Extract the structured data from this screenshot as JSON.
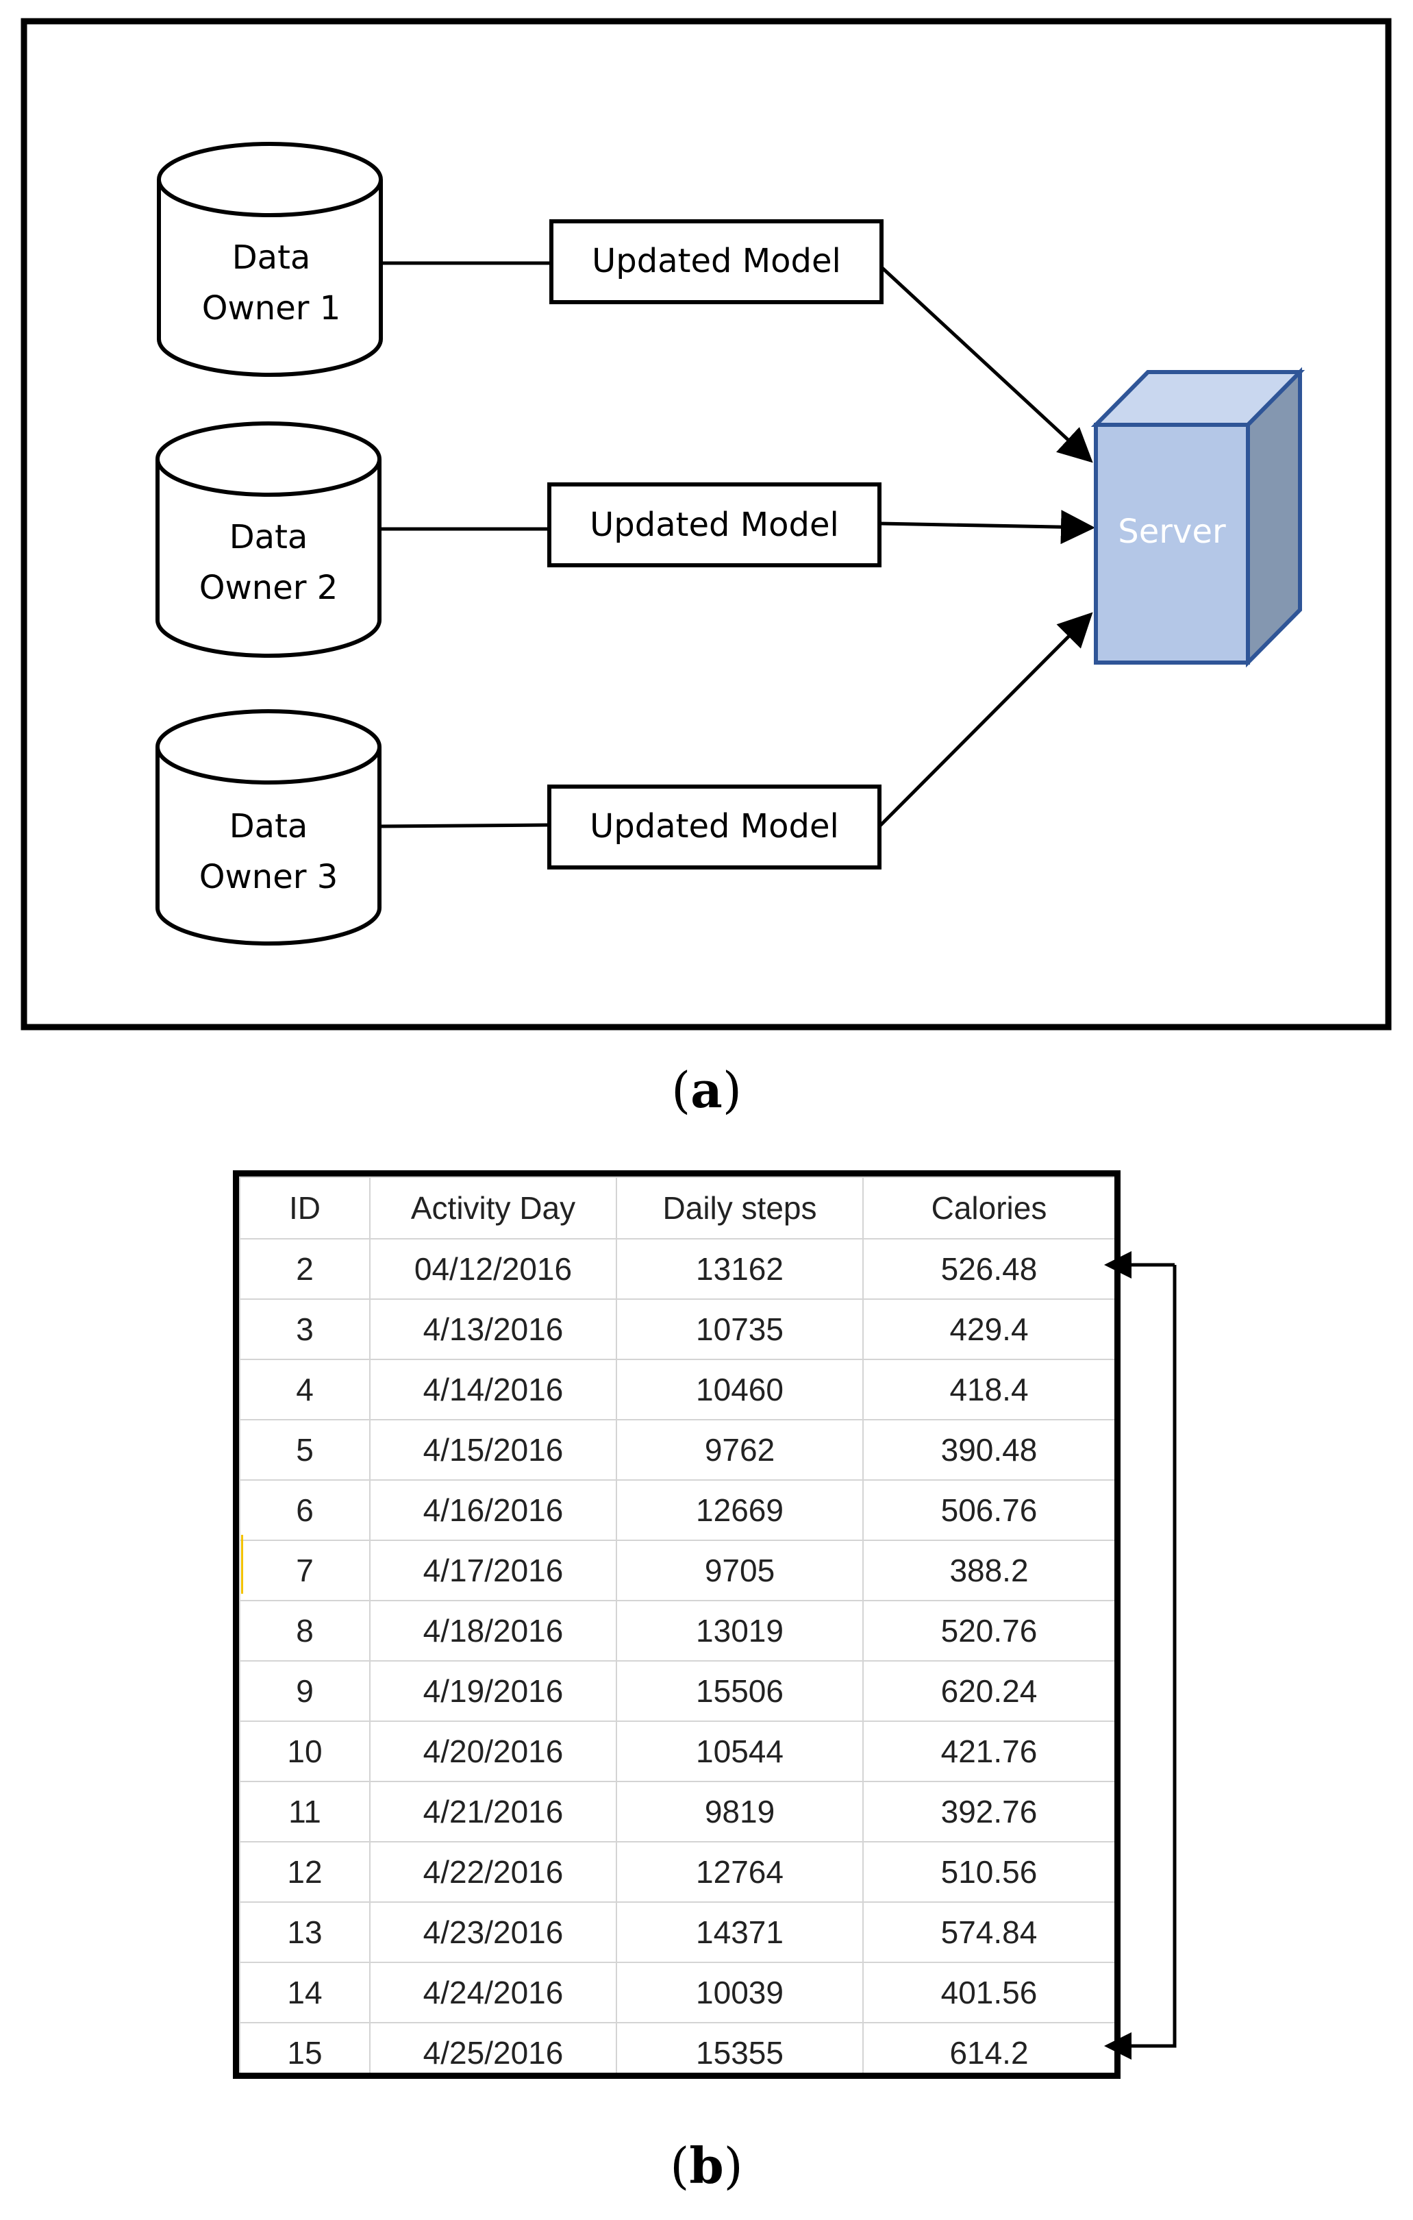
{
  "panel_a": {
    "data_owners": [
      {
        "line1": "Data",
        "line2": "Owner 1"
      },
      {
        "line1": "Data",
        "line2": "Owner 2"
      },
      {
        "line1": "Data",
        "line2": "Owner 3"
      }
    ],
    "model_boxes": [
      "Updated Model",
      "Updated Model",
      "Updated Model"
    ],
    "server_label": "Server",
    "colors": {
      "server_front": "#b4c7e7",
      "server_top": "#c9d7ef",
      "server_side": "#8497b0",
      "server_edge": "#2f5597"
    }
  },
  "captions": {
    "a_open": "(",
    "a_letter": "a",
    "a_close": ")",
    "b_open": "(",
    "b_letter": "b",
    "b_close": ")"
  },
  "table": {
    "headers": [
      "ID",
      "Activity Day",
      "Daily steps",
      "Calories"
    ],
    "rows": [
      [
        "2",
        "04/12/2016",
        "13162",
        "526.48"
      ],
      [
        "3",
        "4/13/2016",
        "10735",
        "429.4"
      ],
      [
        "4",
        "4/14/2016",
        "10460",
        "418.4"
      ],
      [
        "5",
        "4/15/2016",
        "9762",
        "390.48"
      ],
      [
        "6",
        "4/16/2016",
        "12669",
        "506.76"
      ],
      [
        "7",
        "4/17/2016",
        "9705",
        "388.2"
      ],
      [
        "8",
        "4/18/2016",
        "13019",
        "520.76"
      ],
      [
        "9",
        "4/19/2016",
        "15506",
        "620.24"
      ],
      [
        "10",
        "4/20/2016",
        "10544",
        "421.76"
      ],
      [
        "11",
        "4/21/2016",
        "9819",
        "392.76"
      ],
      [
        "12",
        "4/22/2016",
        "12764",
        "510.56"
      ],
      [
        "13",
        "4/23/2016",
        "14371",
        "574.84"
      ],
      [
        "14",
        "4/24/2016",
        "10039",
        "401.56"
      ],
      [
        "15",
        "4/25/2016",
        "15355",
        "614.2"
      ]
    ]
  }
}
